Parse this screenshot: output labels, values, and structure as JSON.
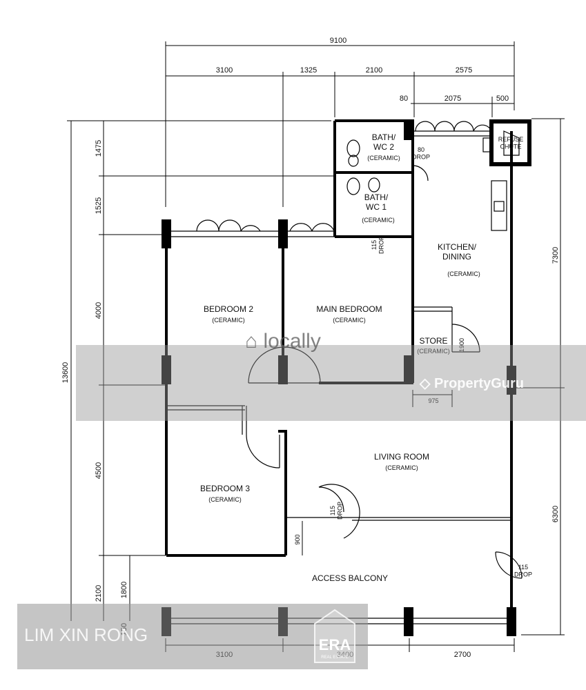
{
  "dimensions": {
    "top_total": "9100",
    "top_segments": [
      "3100",
      "1325",
      "2100",
      "2575"
    ],
    "top_sub": [
      "80",
      "2075",
      "500"
    ],
    "left_total": "13600",
    "left_segments": [
      "1475",
      "1525",
      "4000",
      "4500",
      "2100"
    ],
    "left_inner": [
      "1800",
      "150"
    ],
    "right_segments": [
      "7300",
      "6300"
    ],
    "bottom_segments": [
      "3100",
      "3400",
      "2700"
    ],
    "inner_900": "900",
    "store_1900": "1900",
    "store_975": "975"
  },
  "rooms": {
    "bath_wc2": "BATH/\nWC 2",
    "bath_wc2_finish": "(CERAMIC)",
    "bath_wc1": "BATH/\nWC 1",
    "bath_wc1_finish": "(CERAMIC)",
    "kitchen": "KITCHEN/\nDINING",
    "kitchen_finish": "(CERAMIC)",
    "bedroom2": "BEDROOM 2",
    "bedroom2_finish": "(CERAMIC)",
    "main_bedroom": "MAIN BEDROOM",
    "main_bedroom_finish": "(CERAMIC)",
    "store": "STORE",
    "store_finish": "(CERAMIC)",
    "living_room": "LIVING ROOM",
    "living_room_finish": "(CERAMIC)",
    "bedroom3": "BEDROOM 3",
    "bedroom3_finish": "(CERAMIC)",
    "access_balcony": "ACCESS BALCONY",
    "refuse_chute": "REFUSE\nCHUTE"
  },
  "drops": {
    "drop_80": "80\nDROP",
    "drop_115_wc": "115\nDROP",
    "drop_115_living": "115\nDROP",
    "drop_115_balcony": "115\nDROP"
  },
  "watermarks": {
    "locally": "locally",
    "propertyguru": "PropertyGuru",
    "agent_name": "LIM XIN RONG",
    "era": "ERA",
    "era_sub": "REAL ESTATE"
  },
  "colors": {
    "line": "#000000",
    "background": "#ffffff",
    "watermark_band": "#969696"
  }
}
